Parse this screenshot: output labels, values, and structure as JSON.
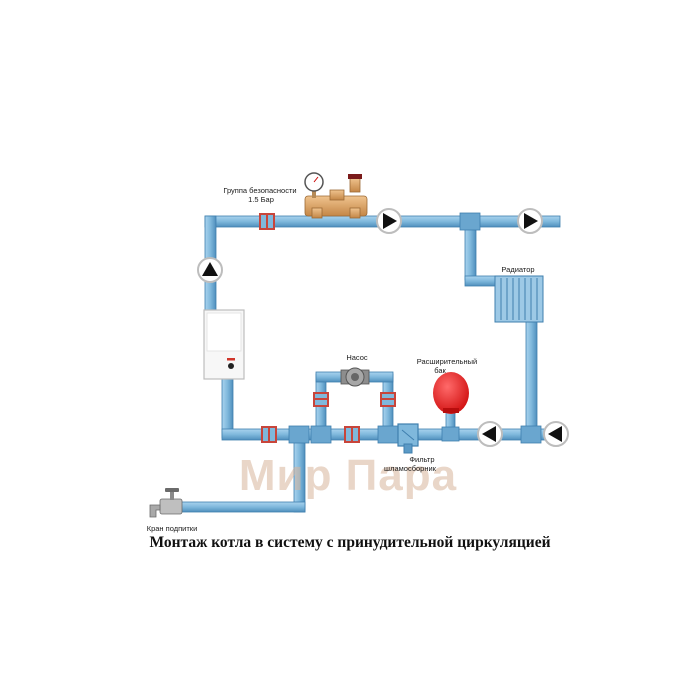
{
  "labels": {
    "safety_group": [
      "Группа безопасности",
      "1.5 Бар"
    ],
    "radiator": "Радиатор",
    "pump": "Насос",
    "expansion_tank": [
      "Расширительный",
      "бак"
    ],
    "filter": [
      "Фильтр",
      "шламосборник"
    ],
    "fill_valve": "Кран подпитки"
  },
  "watermark": "Мир Пара",
  "caption": "Монтаж котла в систему с принудительной циркуляцией",
  "colors": {
    "pipe": "#7fb8dc",
    "pipe_dark": "#3f7fae",
    "valve": "#c8453b",
    "tank": "#e81c1c",
    "brass": "#d9a56a",
    "radiator": "#8ec0e0"
  },
  "icons": {
    "flow_arrow": "circle-arrow-icon",
    "boiler": "boiler-icon",
    "tap": "water-tap-icon",
    "gauge": "pressure-gauge-icon"
  }
}
